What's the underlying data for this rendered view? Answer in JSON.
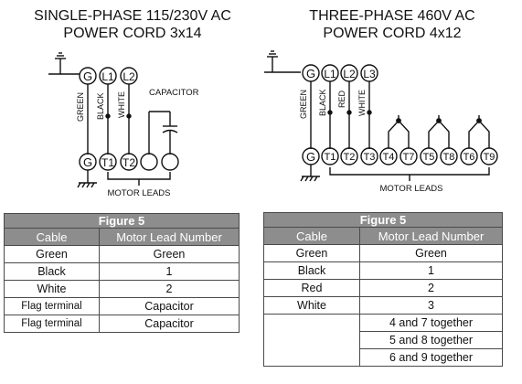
{
  "left_diagram": {
    "title_line1": "SINGLE-PHASE 115/230V AC",
    "title_line2": "POWER CORD 3x14",
    "top_terminals": [
      "G",
      "L1",
      "L2"
    ],
    "wire_labels": [
      "GREEN",
      "BLACK",
      "WHITE"
    ],
    "capacitor_label": "CAPACITOR",
    "bottom_terminals": [
      "G",
      "T1",
      "T2",
      "",
      ""
    ],
    "motor_leads_label": "MOTOR LEADS"
  },
  "right_diagram": {
    "title_line1": "THREE-PHASE 460V AC",
    "title_line2": "POWER CORD 4x12",
    "top_terminals": [
      "G",
      "L1",
      "L2",
      "L3"
    ],
    "wire_labels": [
      "GREEN",
      "BLACK",
      "RED",
      "WHITE"
    ],
    "bottom_terminals": [
      "G",
      "T1",
      "T2",
      "T3",
      "T4",
      "T7",
      "T5",
      "T8",
      "T6",
      "T9"
    ],
    "motor_leads_label": "MOTOR LEADS"
  },
  "table_left": {
    "caption": "Figure 5",
    "headers": [
      "Cable",
      "Motor Lead Number"
    ],
    "rows": [
      [
        "Green",
        "Green"
      ],
      [
        "Black",
        "1"
      ],
      [
        "White",
        "2"
      ],
      [
        "Flag terminal",
        "Capacitor"
      ],
      [
        "Flag terminal",
        "Capacitor"
      ]
    ]
  },
  "table_right": {
    "caption": "Figure 5",
    "headers": [
      "Cable",
      "Motor Lead Number"
    ],
    "rows": [
      [
        "Green",
        "Green"
      ],
      [
        "Black",
        "1"
      ],
      [
        "Red",
        "2"
      ],
      [
        "White",
        "3"
      ],
      [
        "",
        "4 and 7 together"
      ],
      [
        "",
        "5 and 8 together"
      ],
      [
        "",
        "6 and 9 together"
      ]
    ]
  }
}
